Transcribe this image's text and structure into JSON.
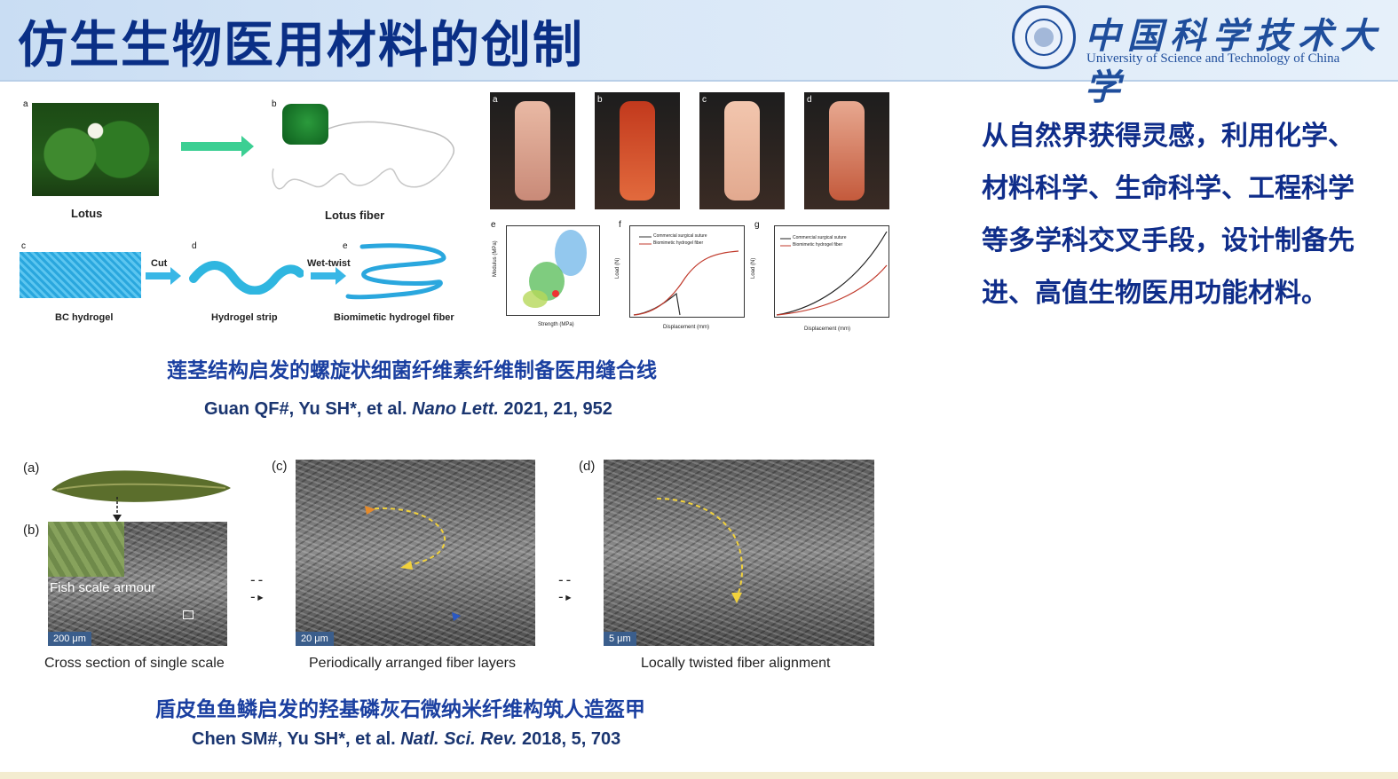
{
  "header": {
    "title": "仿生生物医用材料的创制",
    "logo_cn": "中国科学技术大学",
    "logo_en": "University of Science and Technology of China"
  },
  "figure1": {
    "letters": [
      "a",
      "b",
      "c",
      "d",
      "e"
    ],
    "labels": {
      "lotus": "Lotus",
      "lotus_fiber": "Lotus fiber",
      "bc_hydrogel": "BC hydrogel",
      "hydrogel_strip": "Hydrogel strip",
      "biomimetic_fiber": "Biomimetic hydrogel fiber",
      "cut": "Cut",
      "wet_twist": "Wet-twist"
    }
  },
  "figure2": {
    "photo_letters": [
      "a",
      "b",
      "c",
      "d"
    ],
    "plot_letters": [
      "e",
      "f",
      "g"
    ],
    "legend_commercial": "Commercial surgical suture",
    "legend_biomimetic": "Biomimetic hydrogel fiber",
    "xlabel_f": "Displacement (mm)",
    "xlabel_g": "Displacement (mm)",
    "ylabel_load": "Load (N)",
    "xlabel_e": "Strength (MPa)",
    "ylabel_e": "Modulus (MPa)"
  },
  "caption1": "莲茎结构启发的螺旋状细菌纤维素纤维制备医用缝合线",
  "ref1": {
    "authors": "Guan QF#, Yu SH*, et al. ",
    "journal": "Nano Lett.",
    "details": " 2021, 21, 952"
  },
  "figure3": {
    "tags": [
      "(a)",
      "(b)",
      "(c)",
      "(d)"
    ],
    "fish_scale_label": "Fish scale armour",
    "scalebars": [
      "200 μm",
      "20 μm",
      "5 μm"
    ],
    "captions": [
      "Cross section of single scale",
      "Periodically arranged fiber layers",
      "Locally twisted fiber alignment"
    ]
  },
  "caption2": "盾皮鱼鱼鳞启发的羟基磷灰石微纳米纤维构筑人造盔甲",
  "ref2": {
    "authors": "Chen SM#, Yu SH*, et al. ",
    "journal": "Natl. Sci. Rev.",
    "details": " 2018, 5, 703"
  },
  "side_text": "从自然界获得灵感，利用化学、材料科学、生命科学、工程科学等多学科交叉手段，设计制备先进、高值生物医用功能材料。",
  "colors": {
    "title": "#0a2f86",
    "accent_blue": "#1a3fa0",
    "header_bg": "#d8e7f7"
  }
}
